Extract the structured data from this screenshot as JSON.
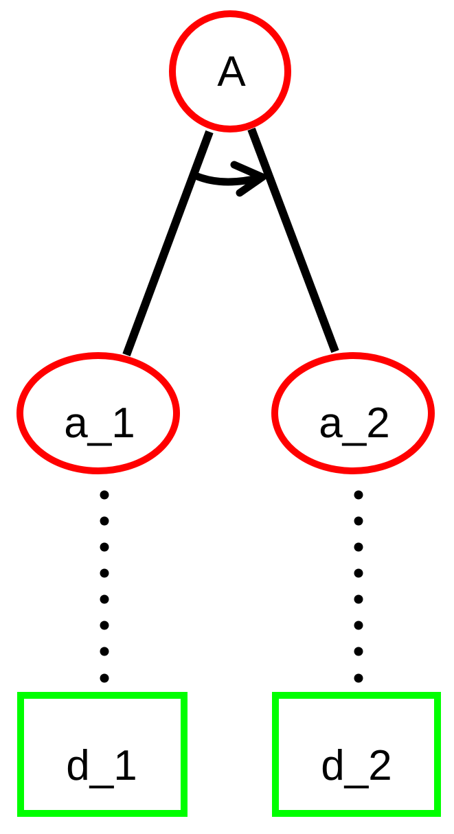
{
  "colors": {
    "and_node": "#ff0000",
    "leaf_node": "#00ff00",
    "edge": "#000000",
    "background": "#ffffff"
  },
  "nodes": {
    "root": {
      "label": "A",
      "shape": "ellipse"
    },
    "a1": {
      "label": "a_1",
      "shape": "ellipse"
    },
    "a2": {
      "label": "a_2",
      "shape": "ellipse"
    },
    "d1": {
      "label": "d_1",
      "shape": "rectangle"
    },
    "d2": {
      "label": "d_2",
      "shape": "rectangle"
    }
  },
  "edges": [
    {
      "from": "root",
      "to": "a1",
      "style": "solid"
    },
    {
      "from": "root",
      "to": "a2",
      "style": "solid"
    },
    {
      "from": "a1",
      "to": "d1",
      "style": "dotted"
    },
    {
      "from": "a2",
      "to": "d2",
      "style": "dotted"
    }
  ],
  "sequence_arc": {
    "from": "a1",
    "to": "a2",
    "icon": "arrow-icon"
  }
}
